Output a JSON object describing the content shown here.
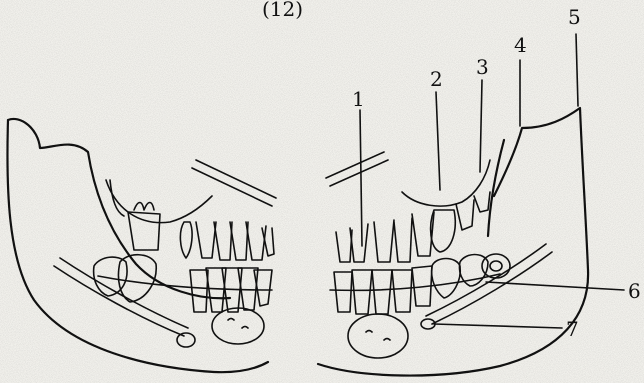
{
  "figure": {
    "caption": "(12)"
  },
  "labels": [
    {
      "id": "label-1",
      "text": "1"
    },
    {
      "id": "label-2",
      "text": "2"
    },
    {
      "id": "label-3",
      "text": "3"
    },
    {
      "id": "label-4",
      "text": "4"
    },
    {
      "id": "label-5",
      "text": "5"
    },
    {
      "id": "label-6",
      "text": "6"
    },
    {
      "id": "label-7",
      "text": "7"
    }
  ],
  "colors": {
    "ink": "#111111",
    "paper": "#f4f3ee"
  }
}
